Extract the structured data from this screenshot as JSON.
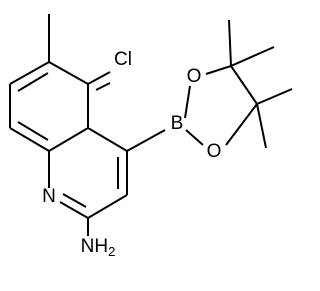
{
  "atoms": {
    "cl": "Cl",
    "b": "B",
    "o_top": "O",
    "o_bottom": "O",
    "n_ring": "N",
    "amine_n": "NH",
    "amine_sub": "2"
  }
}
